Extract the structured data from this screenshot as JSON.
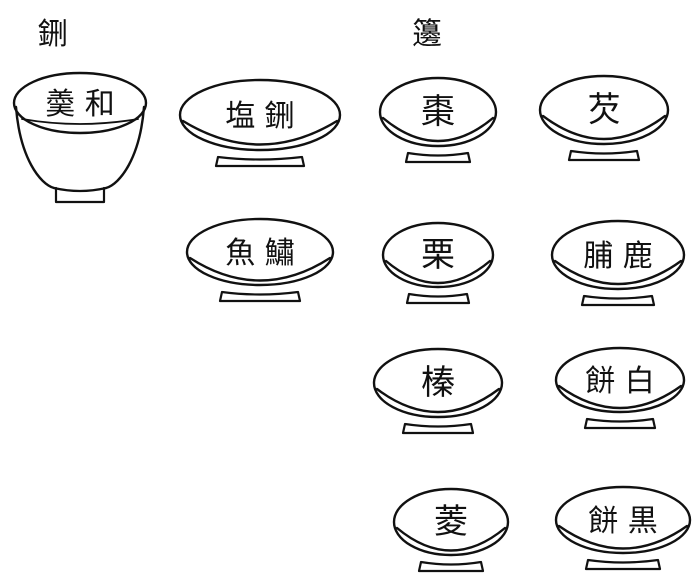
{
  "group_titles": {
    "left": "鉶",
    "right": "籩"
  },
  "bowls": [
    {
      "label": "羮 和",
      "group": "left"
    },
    {
      "label": "塩 鉶",
      "group": "left"
    },
    {
      "label": "魚 鱐",
      "group": "left"
    },
    {
      "label": "棗",
      "group": "right"
    },
    {
      "label": "芡",
      "group": "right"
    },
    {
      "label": "栗",
      "group": "right"
    },
    {
      "label": "脯 鹿",
      "group": "right"
    },
    {
      "label": "榛",
      "group": "right"
    },
    {
      "label": "餅 白",
      "group": "right"
    },
    {
      "label": "菱",
      "group": "right"
    },
    {
      "label": "餅 黒",
      "group": "right"
    }
  ],
  "colors": {
    "ink": "#111111",
    "paper": "#ffffff"
  }
}
